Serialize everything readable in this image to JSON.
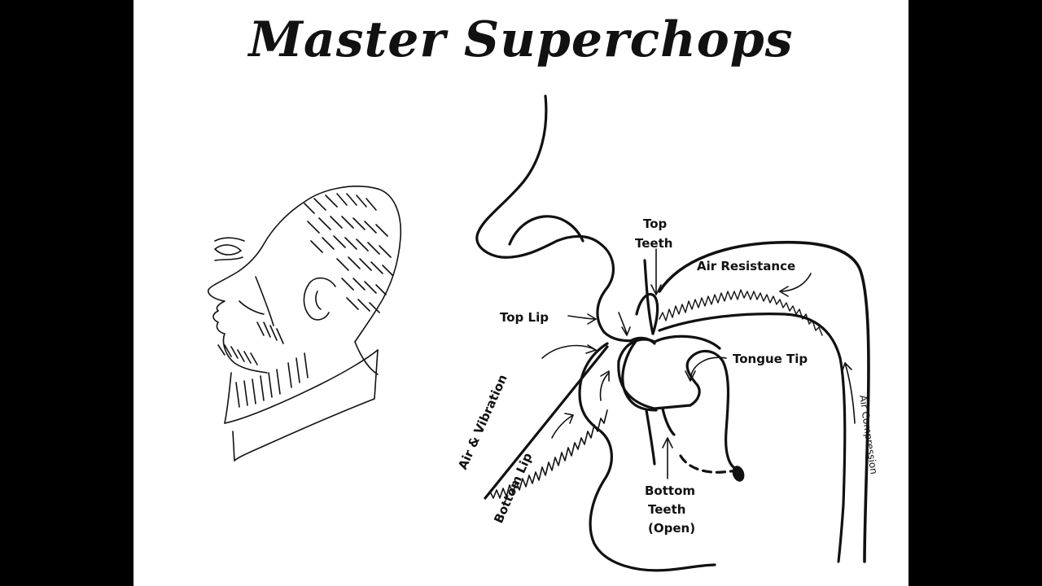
{
  "title": "Master Superchops",
  "labels": {
    "top_teeth_1": "Top",
    "top_teeth_2": "Teeth",
    "air_resistance": "Air Resistance",
    "top_lip": "Top Lip",
    "tongue_tip": "Tongue Tip",
    "air_vibration": "Air & Vibration",
    "bottom_lip": "Bottom Lip",
    "bottom_teeth_1": "Bottom",
    "bottom_teeth_2": "Teeth",
    "bottom_teeth_3": "(Open)",
    "air_compression": "Air Compression"
  },
  "colors": {
    "background": "#000000",
    "slide": "#ffffff",
    "ink": "#111111"
  }
}
